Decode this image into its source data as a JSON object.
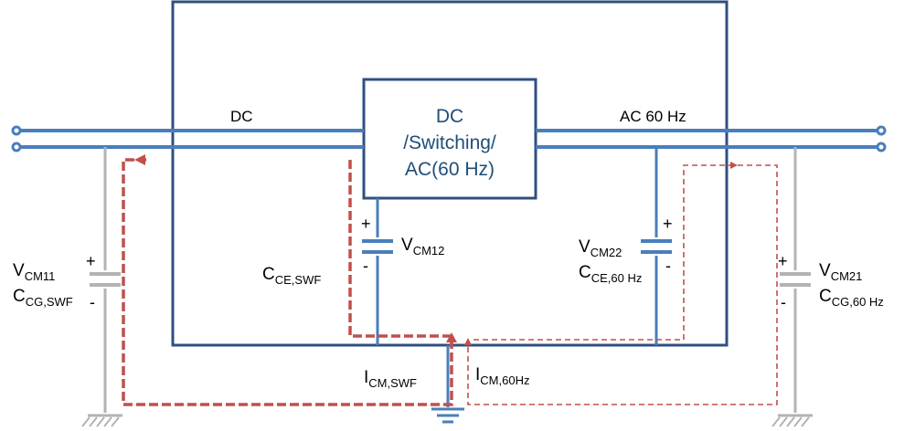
{
  "labels": {
    "dc": "DC",
    "ac": "AC 60 Hz",
    "converter_line1": "DC",
    "converter_line2": "/Switching/",
    "converter_line3": "AC(60 Hz)",
    "plus": "+",
    "minus": "-"
  },
  "vcm11": {
    "main": "V",
    "sub": "CM11"
  },
  "ccg_swf": {
    "main": "C",
    "sub": "CG,SWF"
  },
  "vcm12": {
    "main": "V",
    "sub": "CM12"
  },
  "cce_swf": {
    "main": "C",
    "sub": "CE,SWF"
  },
  "vcm22": {
    "main": "V",
    "sub": "CM22"
  },
  "cce_60": {
    "main": "C",
    "sub": "CE,60 Hz"
  },
  "vcm21": {
    "main": "V",
    "sub": "CM21"
  },
  "ccg_60": {
    "main": "C",
    "sub": "CG,60 Hz"
  },
  "icm_swf": {
    "main": "I",
    "sub": "CM,SWF"
  },
  "icm_60": {
    "main": "I",
    "sub": "CM,60Hz"
  },
  "colors": {
    "wire": "#4a7ebb",
    "ground": "#b3b3b3",
    "current": "#c0504d"
  }
}
